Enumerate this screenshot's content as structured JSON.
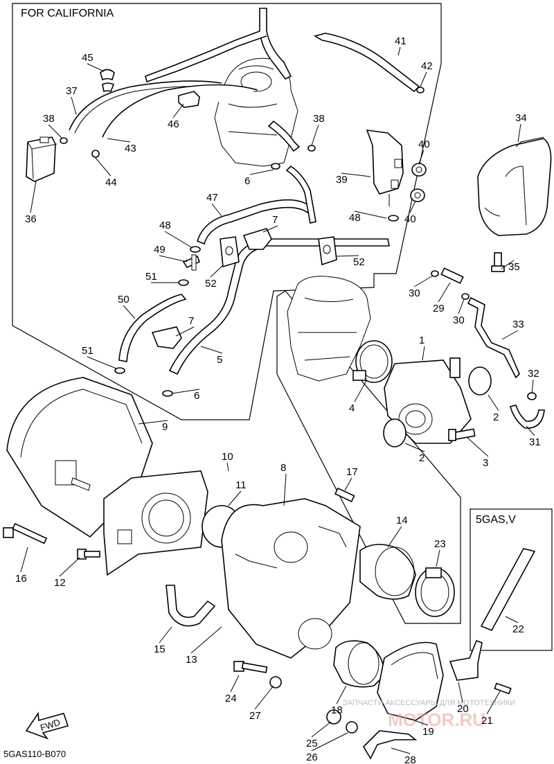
{
  "header": {
    "california_label": "FOR CALIFORNIA"
  },
  "variant_box": {
    "label": "5GAS,V"
  },
  "diagram_code": "5GAS110-B070",
  "fwd_label": "FWD",
  "watermark": {
    "text": "ЗАПЧАСТИ АКСЕССУАРЫ ДЛЯ МОТОТЕХНИКИ",
    "logo": "MOTOR.RU"
  },
  "callouts": [
    {
      "n": "45"
    },
    {
      "n": "37"
    },
    {
      "n": "38"
    },
    {
      "n": "46"
    },
    {
      "n": "43"
    },
    {
      "n": "44"
    },
    {
      "n": "36"
    },
    {
      "n": "41"
    },
    {
      "n": "42"
    },
    {
      "n": "38"
    },
    {
      "n": "6"
    },
    {
      "n": "40"
    },
    {
      "n": "39"
    },
    {
      "n": "40"
    },
    {
      "n": "34"
    },
    {
      "n": "47"
    },
    {
      "n": "48"
    },
    {
      "n": "7"
    },
    {
      "n": "48"
    },
    {
      "n": "49"
    },
    {
      "n": "52"
    },
    {
      "n": "51"
    },
    {
      "n": "52"
    },
    {
      "n": "35"
    },
    {
      "n": "50"
    },
    {
      "n": "7"
    },
    {
      "n": "30"
    },
    {
      "n": "29"
    },
    {
      "n": "30"
    },
    {
      "n": "33"
    },
    {
      "n": "1"
    },
    {
      "n": "51"
    },
    {
      "n": "5"
    },
    {
      "n": "4"
    },
    {
      "n": "32"
    },
    {
      "n": "2"
    },
    {
      "n": "6"
    },
    {
      "n": "2"
    },
    {
      "n": "31"
    },
    {
      "n": "3"
    },
    {
      "n": "9"
    },
    {
      "n": "10"
    },
    {
      "n": "11"
    },
    {
      "n": "8"
    },
    {
      "n": "17"
    },
    {
      "n": "14"
    },
    {
      "n": "23"
    },
    {
      "n": "16"
    },
    {
      "n": "12"
    },
    {
      "n": "15"
    },
    {
      "n": "13"
    },
    {
      "n": "22"
    },
    {
      "n": "24"
    },
    {
      "n": "27"
    },
    {
      "n": "18"
    },
    {
      "n": "20"
    },
    {
      "n": "21"
    },
    {
      "n": "25"
    },
    {
      "n": "19"
    },
    {
      "n": "26"
    },
    {
      "n": "28"
    }
  ]
}
